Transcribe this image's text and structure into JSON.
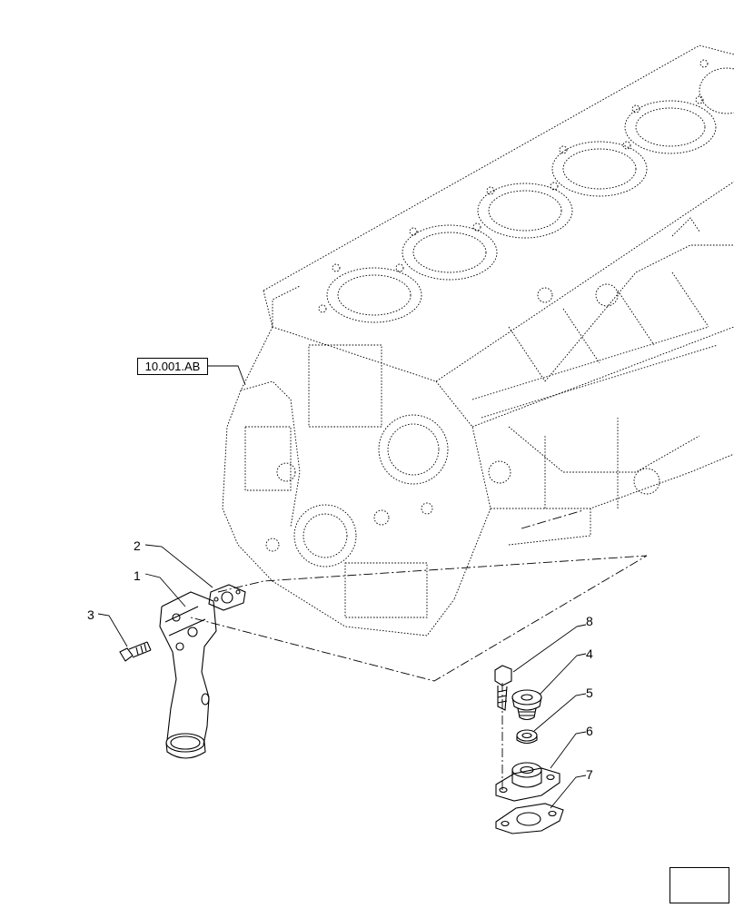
{
  "reference": {
    "label": "10.001.AB"
  },
  "callouts": [
    {
      "id": "1",
      "text": "1"
    },
    {
      "id": "2",
      "text": "2"
    },
    {
      "id": "3",
      "text": "3"
    },
    {
      "id": "4",
      "text": "4"
    },
    {
      "id": "5",
      "text": "5"
    },
    {
      "id": "6",
      "text": "6"
    },
    {
      "id": "7",
      "text": "7"
    },
    {
      "id": "8",
      "text": "8"
    }
  ],
  "navigation": {
    "icon": "next-page-arrow-icon"
  }
}
